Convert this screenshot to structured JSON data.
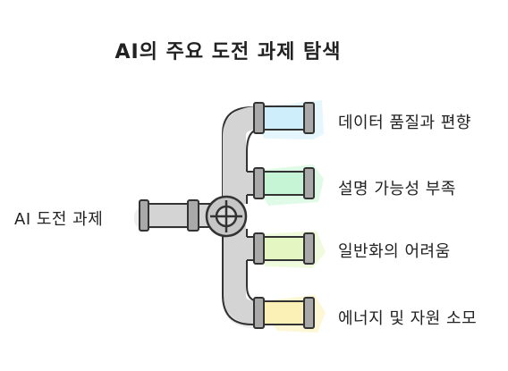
{
  "title": "AI의 주요 도전 과제 탐색",
  "root_label": "AI 도전 과제",
  "branches": [
    {
      "label": "데이터 품질과 편향",
      "color": "#cfeefc"
    },
    {
      "label": "설명 가능성 부족",
      "color": "#c6f5d6"
    },
    {
      "label": "일반화의 어려움",
      "color": "#e4f7c3"
    },
    {
      "label": "에너지 및 자원 소모",
      "color": "#fbf0b5"
    }
  ],
  "colors": {
    "pipe_fill": "#d4d4d4",
    "pipe_stroke": "#333333",
    "connector": "#a9a9a9",
    "shadow": "#eeeeee"
  }
}
